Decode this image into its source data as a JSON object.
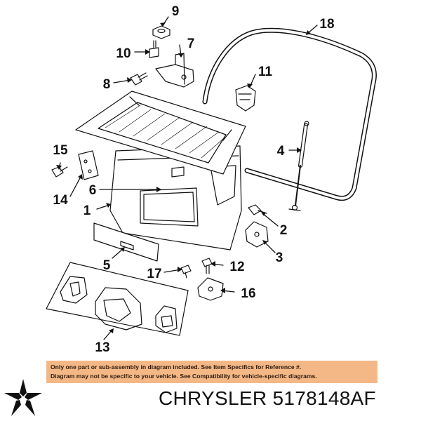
{
  "callouts": {
    "c1": "1",
    "c2": "2",
    "c3": "3",
    "c4": "4",
    "c5": "5",
    "c6": "6",
    "c7": "7",
    "c8": "8",
    "c9": "9",
    "c10": "10",
    "c11": "11",
    "c12": "12",
    "c13": "13",
    "c14": "14",
    "c15": "15",
    "c16": "16",
    "c17": "17",
    "c18": "18"
  },
  "note": {
    "line1": "Only one part or sub-assembly in diagram included. See Item Specifics for Reference #.",
    "line2": "Diagram may not be specific to your vehicle. See Compatibility for vehicle-specific diagrams."
  },
  "footer": {
    "brand": "CHRYSLER",
    "part_number": "5178148AF",
    "title": "CHRYSLER 5178148AF",
    "logo_icon": "pentastar-logo-icon"
  },
  "colors": {
    "note_background": "#f4b886",
    "line": "#111111"
  }
}
